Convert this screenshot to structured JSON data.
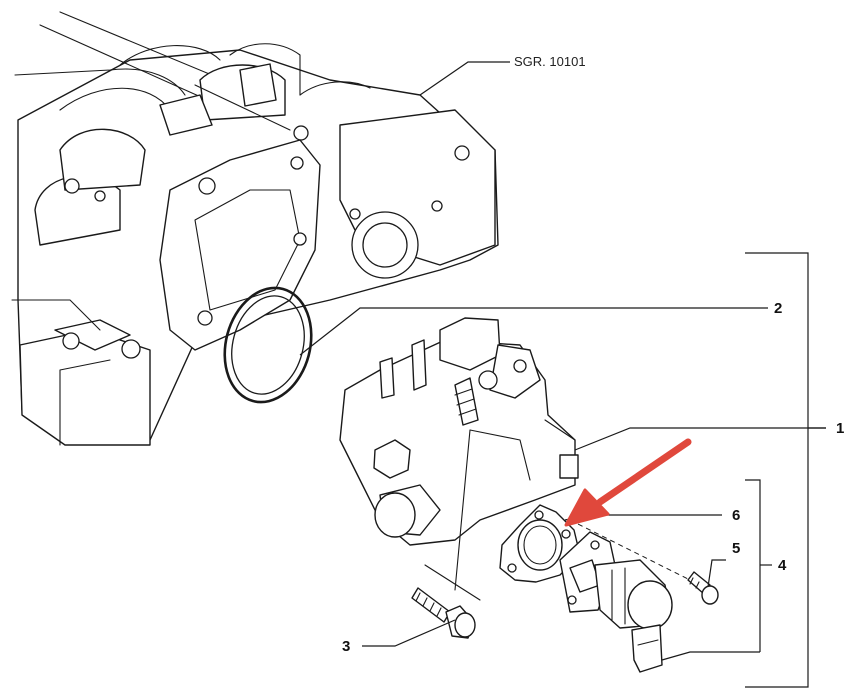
{
  "reference": "SGR. 10101",
  "callouts": {
    "c1": "1",
    "c2": "2",
    "c3": "3",
    "c4": "4",
    "c5": "5",
    "c6": "6"
  },
  "colors": {
    "arrow": "#e0483c",
    "line": "#1a1a1a"
  }
}
